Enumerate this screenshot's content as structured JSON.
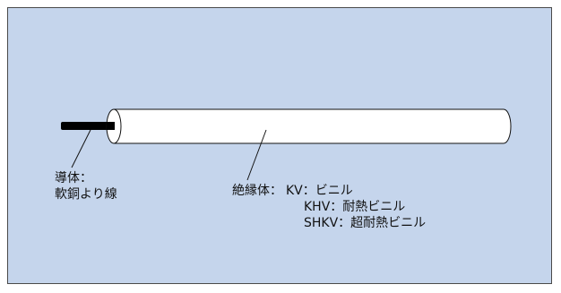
{
  "conductor": {
    "line1": "導体：",
    "line2": "軟銅より線"
  },
  "insulation": {
    "title": "絶縁体：",
    "types": [
      "KV：ビニル",
      "KHV：耐熱ビニル",
      "SHKV：超耐熱ビニル"
    ]
  },
  "colors": {
    "background": "#c5d5ec",
    "frame_border": "#4a4a4a",
    "cable_fill": "#ffffff",
    "conductor": "#000000"
  }
}
